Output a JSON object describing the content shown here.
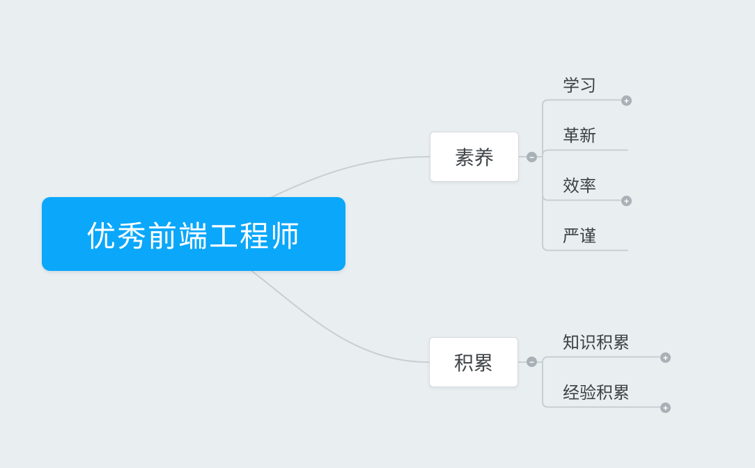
{
  "theme": {
    "background": "#e9eef1",
    "root_fill": "#0ba7fa",
    "root_text_color": "#ffffff",
    "node_fill": "#ffffff",
    "node_border": "#d5d9dc",
    "node_text_color": "#404448",
    "connector_color": "#c9ced3",
    "expander_fill": "#a9b1b7",
    "expander_symbol_color": "#ffffff"
  },
  "root": {
    "label": "优秀前端工程师"
  },
  "branches": [
    {
      "label": "素养",
      "collapse_icon": "−",
      "children": [
        {
          "label": "学习",
          "expand_icon": "+"
        },
        {
          "label": "革新"
        },
        {
          "label": "效率",
          "expand_icon": "+"
        },
        {
          "label": "严谨"
        }
      ]
    },
    {
      "label": "积累",
      "collapse_icon": "−",
      "children": [
        {
          "label": "知识积累",
          "expand_icon": "+"
        },
        {
          "label": "经验积累",
          "expand_icon": "+"
        }
      ]
    }
  ]
}
